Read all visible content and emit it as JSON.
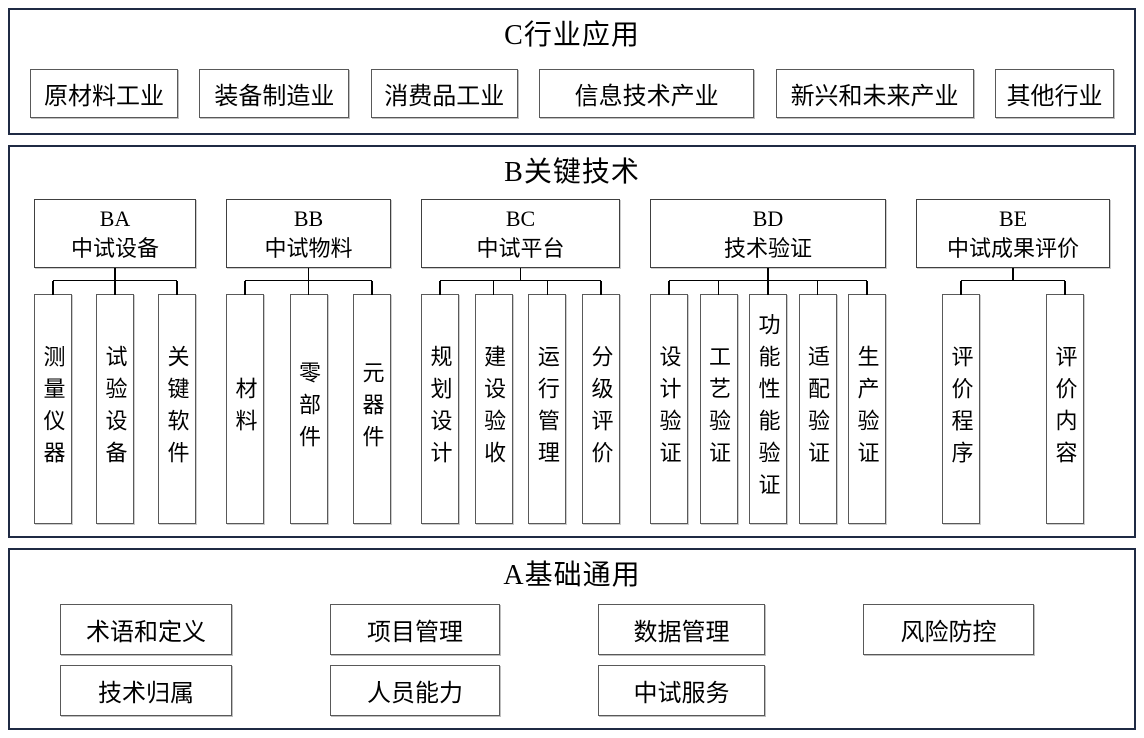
{
  "sections": {
    "c": {
      "title": "C行业应用",
      "items": [
        "原材料工业",
        "装备制造业",
        "消费品工业",
        "信息技术产业",
        "新兴和未来产业",
        "其他行业"
      ]
    },
    "b": {
      "title": "B关键技术",
      "groups": [
        {
          "code": "BA",
          "name": "中试设备",
          "children": [
            "测量仪器",
            "试验设备",
            "关键软件"
          ]
        },
        {
          "code": "BB",
          "name": "中试物料",
          "children": [
            "材料",
            "零部件",
            "元器件"
          ]
        },
        {
          "code": "BC",
          "name": "中试平台",
          "children": [
            "规划设计",
            "建设验收",
            "运行管理",
            "分级评价"
          ]
        },
        {
          "code": "BD",
          "name": "技术验证",
          "children": [
            "设计验证",
            "工艺验证",
            "功能性能验证",
            "适配验证",
            "生产验证"
          ]
        },
        {
          "code": "BE",
          "name": "中试成果评价",
          "children": [
            "评价程序",
            "评价内容"
          ]
        }
      ]
    },
    "a": {
      "title": "A基础通用",
      "row1": [
        "术语和定义",
        "项目管理",
        "数据管理",
        "风险防控"
      ],
      "row2": [
        "技术归属",
        "人员能力",
        "中试服务"
      ]
    }
  },
  "colors": {
    "frame": "#1f2a44",
    "box_border": "#595959",
    "connector": "#000000"
  }
}
